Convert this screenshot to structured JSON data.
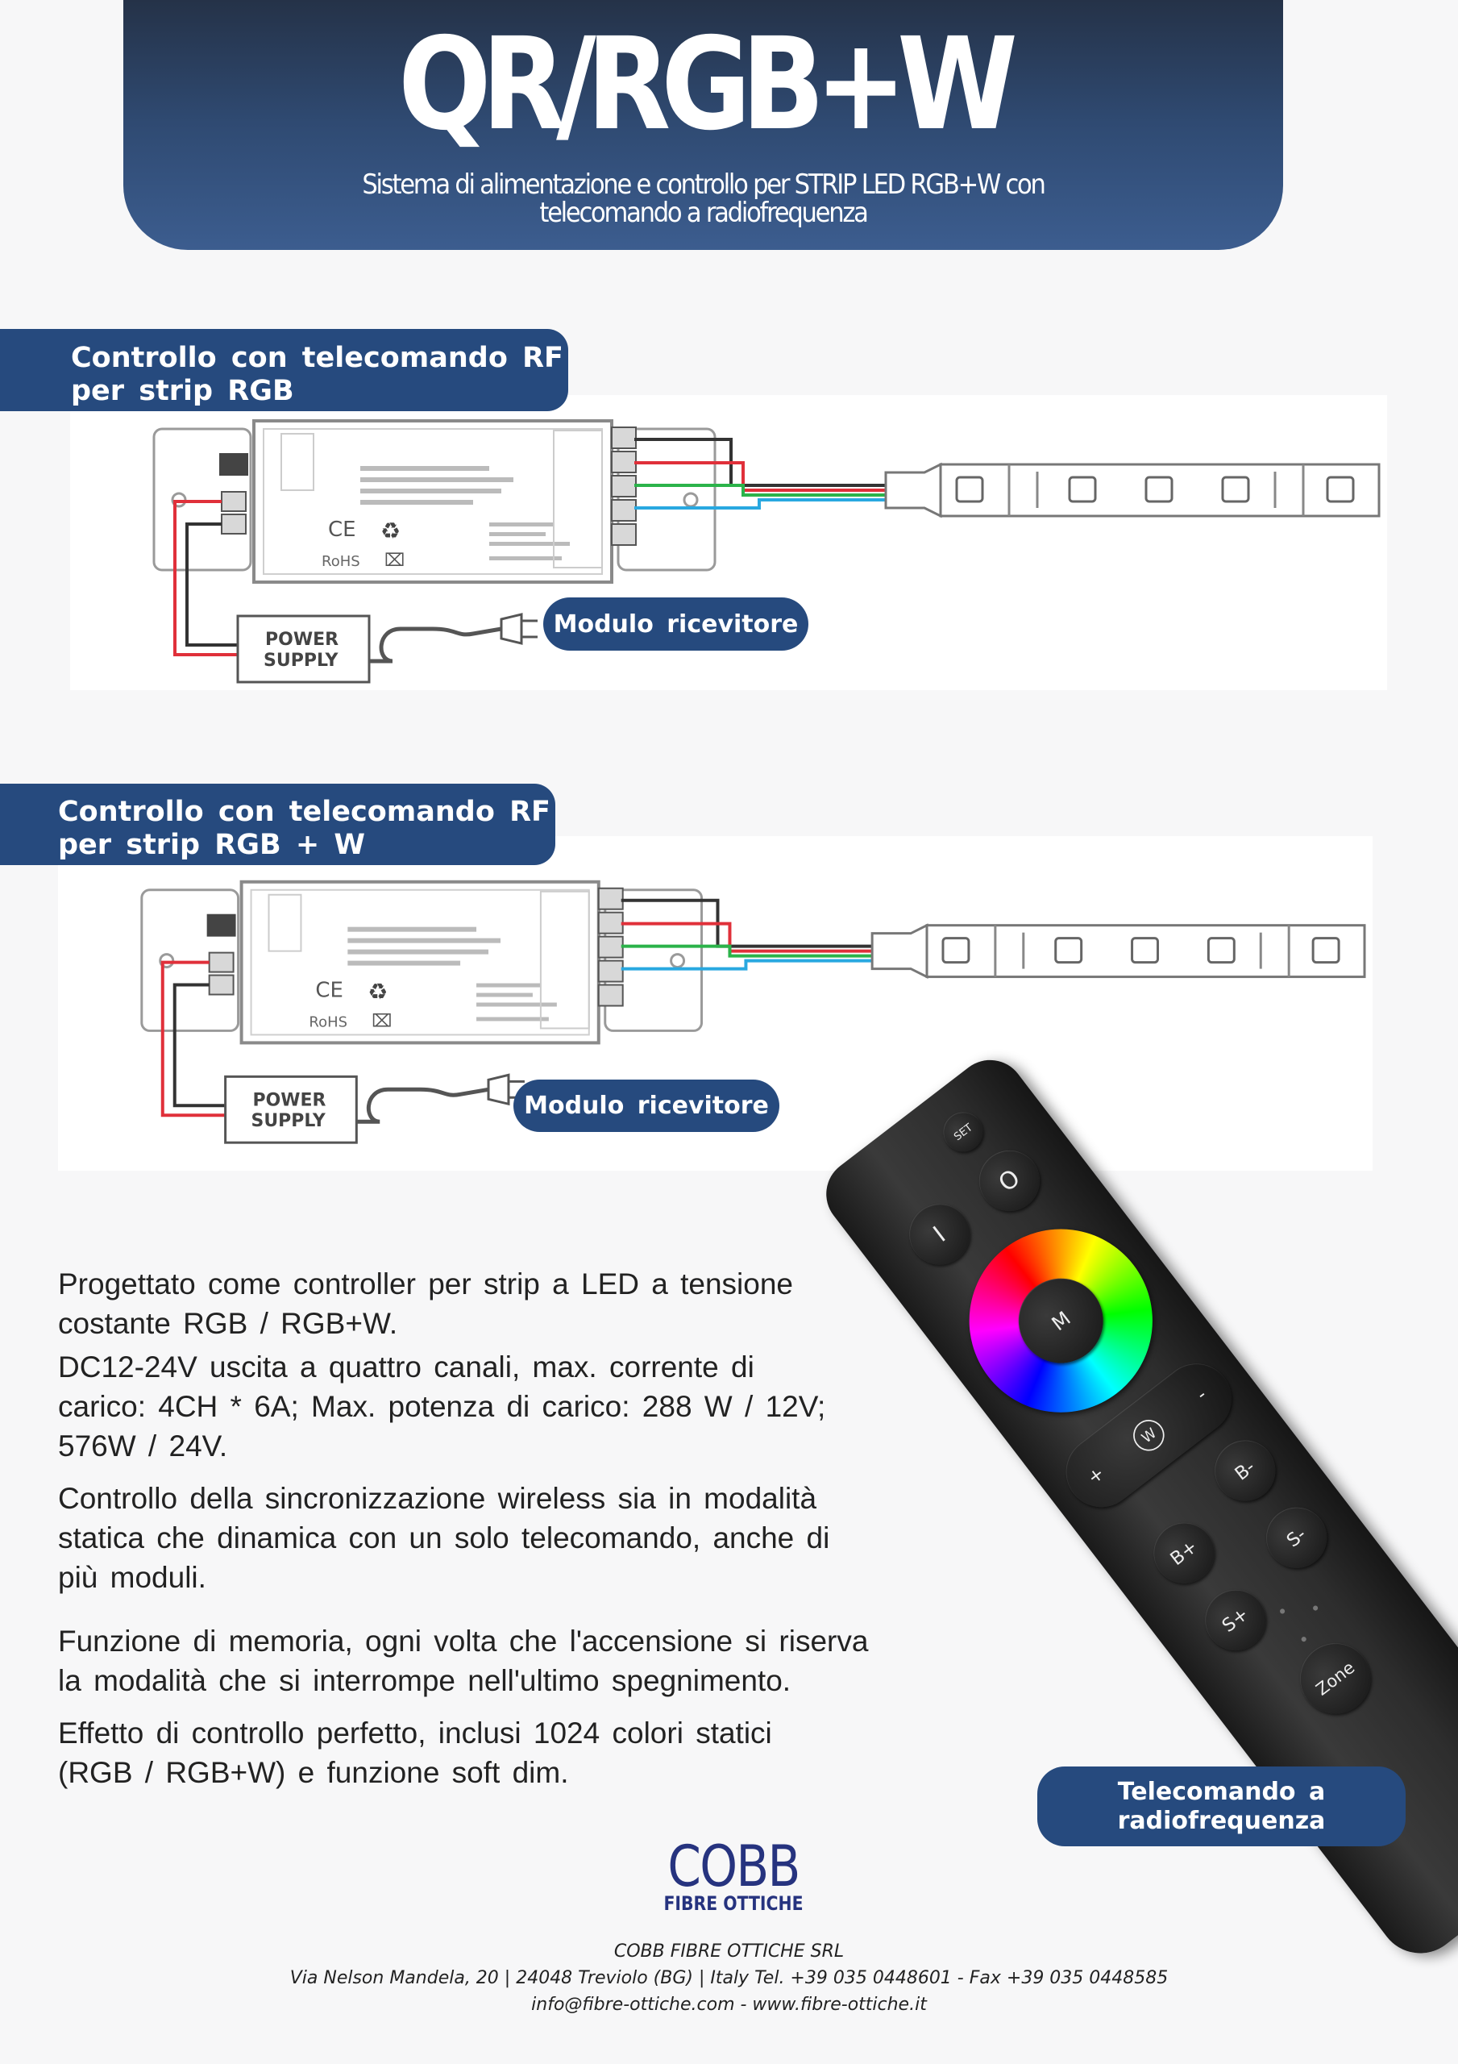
{
  "header": {
    "title": "QR/RGB+W",
    "subtitle_line1": "Sistema di alimentazione e controllo per STRIP LED RGB+W con",
    "subtitle_line2": "telecomando a radiofrequenza"
  },
  "section1": {
    "label_line1": "Controllo con telecomando RF",
    "label_line2": "per strip RGB",
    "badge": "Modulo ricevitore"
  },
  "section2": {
    "label_line1": "Controllo con telecomando RF",
    "label_line2": "per strip RGB + W",
    "badge": "Modulo ricevitore"
  },
  "diagram": {
    "power_supply_line1": "POWER",
    "power_supply_line2": "SUPPLY",
    "ce_mark": "CE",
    "rohs_mark": "RoHS",
    "wire_colors": {
      "black": "#333333",
      "red": "#e0303a",
      "green": "#2bb34a",
      "blue": "#29a8e0"
    }
  },
  "description": {
    "p1": [
      "Progettato come controller per strip a LED a tensione",
      "costante RGB / RGB+W."
    ],
    "p2": [
      "DC12-24V uscita a quattro canali, max. corrente di",
      "carico: 4CH * 6A; Max. potenza di carico: 288 W / 12V;",
      "576W / 24V."
    ],
    "p3": [
      "Controllo della sincronizzazione wireless sia in modalità",
      "statica che dinamica con un solo telecomando, anche di",
      "più moduli."
    ],
    "p4": [
      "Funzione di memoria, ogni volta che l'accensione si riserva",
      "la modalità che si interrompe nell'ultimo spegnimento."
    ],
    "p5": [
      "Effetto di controllo perfetto, inclusi 1024 colori statici",
      "(RGB / RGB+W) e funzione soft dim."
    ]
  },
  "remote": {
    "badge_line1": "Telecomando a",
    "badge_line2": "radiofrequenza",
    "buttons": {
      "set": "SET",
      "off": "O",
      "on": "I",
      "mode": "M",
      "minus": "-",
      "white": "W",
      "plus": "+",
      "b_minus": "B-",
      "b_plus": "B+",
      "s_minus": "S-",
      "s_plus": "S+",
      "zone": "Zone"
    }
  },
  "logo": {
    "name": "COBB",
    "tagline": "FIBRE OTTICHE"
  },
  "footer": {
    "company": "COBB FIBRE OTTICHE SRL",
    "address": "Via Nelson Mandela, 20 | 24048 Treviolo (BG) | Italy  Tel. +39 035 0448601 - Fax +39 035 0448585",
    "contacts": "info@fibre-ottiche.com  - www.fibre-ottiche.it"
  },
  "colors": {
    "brand_blue": "#264a7e",
    "header_top": "#222c3d",
    "header_bottom": "#3c5d8f"
  }
}
